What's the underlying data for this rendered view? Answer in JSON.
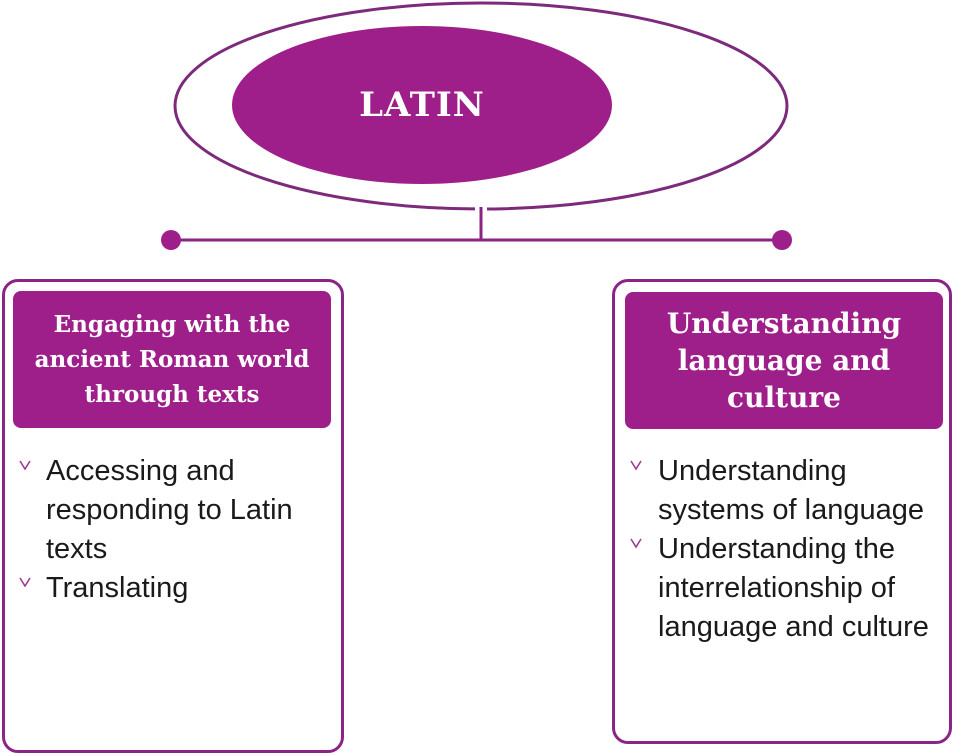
{
  "colors": {
    "primary_fill": "#9e1f8a",
    "outline": "#8a2585",
    "bullet": "#9e3a95",
    "text": "#1a1a1a",
    "background": "#ffffff"
  },
  "root": {
    "label": "LATIN"
  },
  "branches": [
    {
      "title": "Engaging with the ancient Roman world through texts",
      "title_lines": [
        "Engaging with the",
        "ancient Roman world",
        "through texts"
      ],
      "bullet_icon": "chevron-down-icon",
      "items": [
        {
          "label": "Accessing and responding to Latin texts"
        },
        {
          "label": "Translating"
        }
      ]
    },
    {
      "title": "Understanding language and culture",
      "title_lines": [
        "Understanding",
        "language and",
        "culture"
      ],
      "bullet_icon": "chevron-down-icon",
      "items": [
        {
          "label": "Understanding systems of language"
        },
        {
          "label": "Understanding the interrelationship of language and culture"
        }
      ]
    }
  ]
}
